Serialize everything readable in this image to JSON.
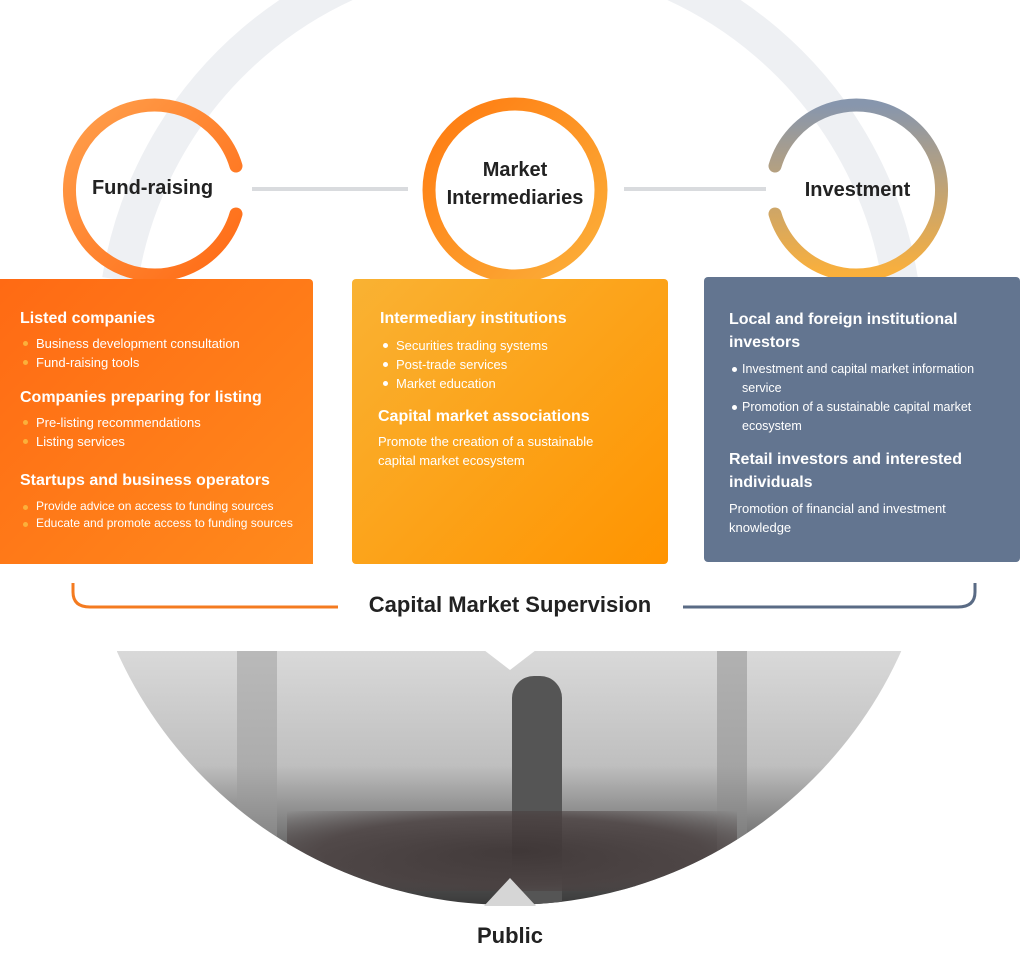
{
  "circles": {
    "fund_raising": "Fund-raising",
    "market_intermediaries": [
      "Market",
      "Intermediaries"
    ],
    "investment": "Investment"
  },
  "boxes": {
    "fund_raising": {
      "sections": [
        {
          "heading": "Listed companies",
          "items": [
            "Business development consultation",
            "Fund-raising tools"
          ]
        },
        {
          "heading": "Companies preparing for listing",
          "items": [
            "Pre-listing recommendations",
            "Listing services"
          ]
        },
        {
          "heading": "Startups and business operators",
          "items": [
            "Provide advice on access to funding sources",
            "Educate and promote access to funding sources"
          ]
        }
      ]
    },
    "intermediaries": {
      "sections": [
        {
          "heading": "Intermediary institutions",
          "items": [
            "Securities trading systems",
            "Post-trade services",
            "Market education"
          ]
        },
        {
          "heading": "Capital market associations",
          "text": "Promote the creation of a sustainable capital market ecosystem"
        }
      ]
    },
    "investment": {
      "sections": [
        {
          "heading": "Local and foreign institutional investors",
          "items": [
            "Investment and capital market information service",
            "Promotion of a sustainable capital market ecosystem"
          ]
        },
        {
          "heading": "Retail investors and interested individuals",
          "text": "Promotion of financial and investment knowledge"
        }
      ]
    }
  },
  "supervision_label": "Capital Market Supervision",
  "public_label": "Public",
  "colors": {
    "orange": "#ff6a14",
    "amber": "#f9a825",
    "slate": "#637590",
    "arc": "#eef0f3"
  }
}
